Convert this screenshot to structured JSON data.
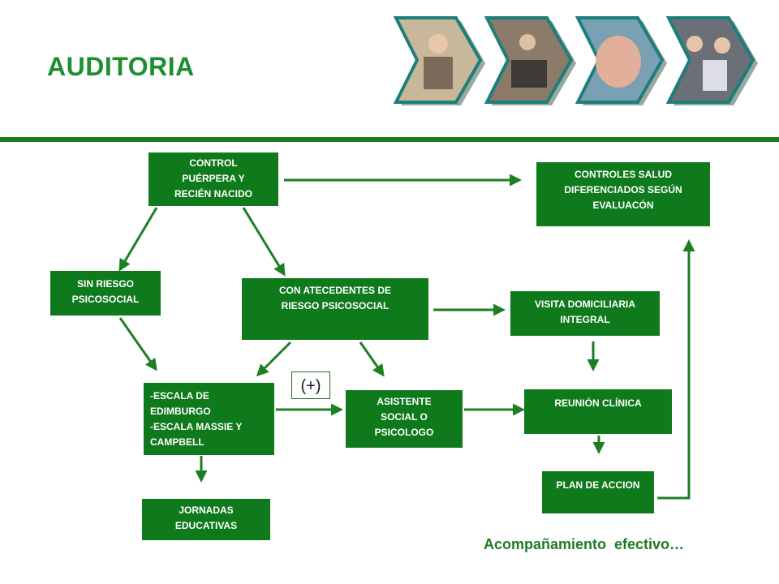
{
  "header": {
    "title": "AUDITORIA"
  },
  "diagram": {
    "nodes": {
      "control": "CONTROL\nPUÉRPERA Y\nRECIÉN NACIDO",
      "controles_salud": "CONTROLES SALUD\nDIFERENCIADOS SEGÚN\nEVALUACÓN",
      "sin_riesgo": "SIN RIESGO\nPSICOSOCIAL",
      "con_antecedentes": "CON ATECEDENTES DE\nRIESGO PSICOSOCIAL",
      "visita": "VISITA DOMICILIARIA\nINTEGRAL",
      "escala": "-ESCALA DE\nEDIMBURGO\n-ESCALA MASSIE Y\nCAMPBELL",
      "asistente": "ASISTENTE\nSOCIAL O\nPSICOLOGO",
      "reunion": "REUNIÓN CLÍNICA",
      "plan": "PLAN DE ACCION",
      "jornadas": "JORNADAS\nEDUCATIVAS"
    },
    "plus_label": "(+)"
  },
  "footer": {
    "tagline": "Acompañamiento  efectivo…"
  },
  "colors": {
    "box": "#0f7a1c",
    "title": "#1e8f2e",
    "arrow": "#1d7f24",
    "rule": "#1e7a23"
  }
}
